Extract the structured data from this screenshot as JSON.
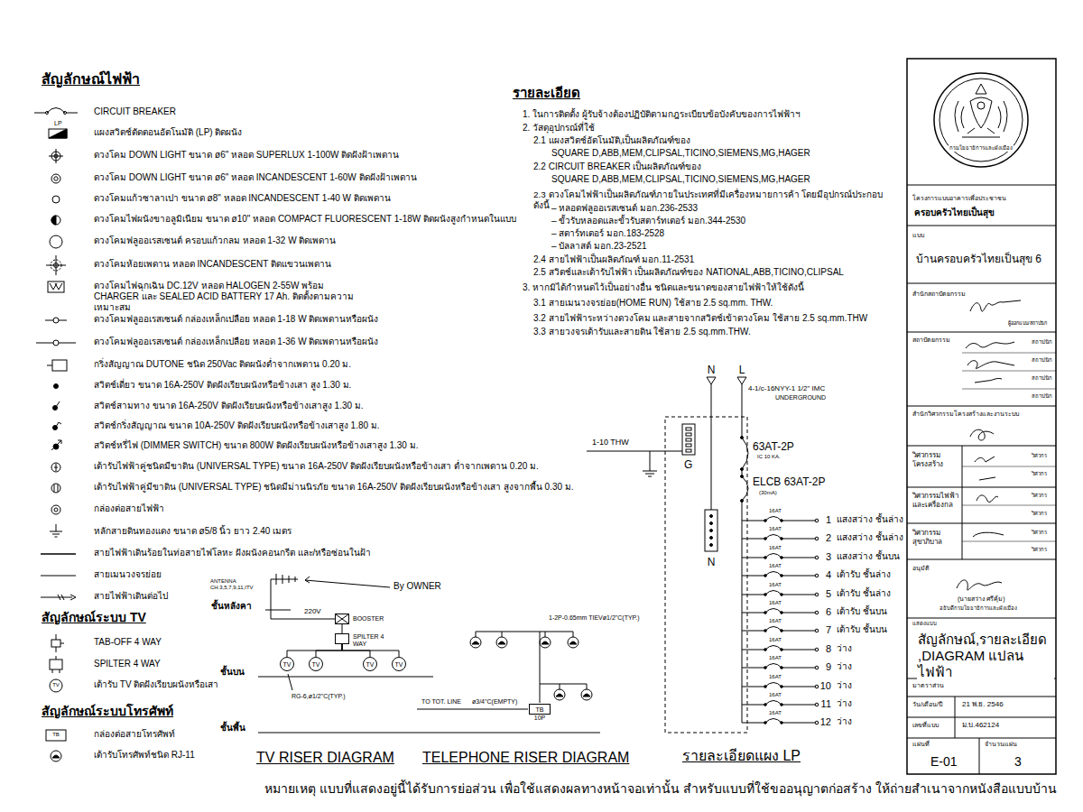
{
  "diagram": {
    "caption": "หมายเหตุ แบบที่แสดงอยู่นี้ได้รับการย่อส่วน เพื่อใช้แสดงผลทางหน้าจอเท่านั้น สำหรับแบบที่ใช้ขออนุญาตก่อสร้าง ให้ถ่ายสำเนาจากหนังสือแบบบ้าน",
    "nodes": [
      {
        "text": [
          "BOOSTER"
        ]
      },
      {
        "text": [
          "SPILTER 4 WAY"
        ]
      },
      {
        "text": [
          "TV"
        ]
      },
      {
        "text": [
          "TV"
        ]
      },
      {
        "text": [
          "TV"
        ]
      },
      {
        "text": [
          "TV"
        ]
      },
      {
        "text": [
          "TB",
          "10P"
        ]
      }
    ],
    "edges": [
      {
        "from": 0,
        "to": 1,
        "arrow": "none"
      },
      {
        "from": 1,
        "to": 2,
        "arrow": "none"
      },
      {
        "from": 1,
        "to": 3,
        "arrow": "none"
      },
      {
        "from": 1,
        "to": 4,
        "arrow": "none"
      },
      {
        "from": 1,
        "to": 5,
        "arrow": "none"
      }
    ],
    "labels": [
      "สัญลักษณ์ไฟฟ้า",
      "LP",
      "สัญลักษณ์ระบบ TV",
      "TV",
      "สัญลักษณ์ระบบโทรศัพท์",
      "TB",
      "รายละเอียด",
      "1. ในการติดตั้ง ผู้รับจ้างต้องปฏิบัติตามกฎระเบียบข้อบังคับของการไฟฟ้าฯ",
      "2. วัสดุอุปกรณ์ที่ใช้",
      "2.1 แผงสวิตช์อัตโนมัติ,เป็นผลิตภัณฑ์ของ",
      "SQUARE D,ABB,MEM,CLIPSAL,TICINO,SIEMENS,MG,HAGER",
      "2.2 CIRCUIT BREAKER เป็นผลิตภัณฑ์ของ",
      "SQUARE D,ABB,MEM,CLIPSAL,TICINO,SIEMENS,MG,HAGER",
      "2.3 ดวงโคมไฟฟ้าเป็นผลิตภัณฑ์ภายในประเทศที่มีเครื่องหมายการค้า โดยมีอุปกรณ์ประกอบดังนี้",
      "– หลอดฟลูออเรสเซนต์ มอก.236-2533",
      "– ขั้วรับหลอดและขั้วรับสตาร์ทเตอร์ มอก.344-2530",
      "– สตาร์ทเตอร์ มอก.183-2528",
      "– บัลลาสต์ มอก.23-2521",
      "2.4 สายไฟฟ้าเป็นผลิตภัณฑ์ มอก.11-2531",
      "2.5 สวิตช์และเต้ารับไฟฟ้า เป็นผลิตภัณฑ์ของ NATIONAL,ABB,TICINO,CLIPSAL",
      "3. หากมิได้กำหนดไว้เป็นอย่างอื่น ชนิดและขนาดของสายไฟฟ้าให้ใช้ดังนี้",
      "3.1 สายเมนวงจรย่อย(HOME RUN) ใช้สาย 2.5 sq.mm. THW.",
      "3.2 สายไฟฟ้าระหว่างดวงโคม และสายจากสวิตช์เข้าดวงโคม ใช้สาย 2.5 sq.mm.THW",
      "3.3 สายวงจรเต้ารับและสายดิน ใช้สาย 2.5 sq.mm.THW.",
      "N",
      "L",
      "4-1/c-16NYY-1 1/2\" IMC",
      "UNDERGROUND",
      "1-10 THW",
      "G",
      "63AT-2P",
      "IC 10 KA.",
      "ELCB 63AT-2P",
      "(30mA)",
      "N",
      "16AT",
      "1",
      "แสงสว่าง ชั้นล่าง",
      "16AT",
      "2",
      "แสงสว่าง ชั้นล่าง",
      "16AT",
      "3",
      "แสงสว่าง ชั้นบน",
      "16AT",
      "4",
      "เต้ารับ ชั้นล่าง",
      "16AT",
      "5",
      "เต้ารับ ชั้นล่าง",
      "16AT",
      "6",
      "เต้ารับ ชั้นบน",
      "16AT",
      "7",
      "เต้ารับ ชั้นบน",
      "16AT",
      "8",
      "ว่าง",
      "16AT",
      "9",
      "ว่าง",
      "16AT",
      "10",
      "ว่าง",
      "16AT",
      "11",
      "ว่าง",
      "16AT",
      "12",
      "ว่าง",
      "ANTENNA CH.3,5,7,9,11,ITV",
      "ชั้นหลังคา",
      "220V",
      "By OWNER",
      "ชั้นบน",
      "ชั้นพื้น",
      "RG-6,ø1/2\"C(TYP.)",
      "1-2P-0.65mm TIEVø1/2\"C(TYP.)",
      "TO TOT. LINE",
      "ø3/4\"C(EMPTY)",
      "TV RISER DIAGRAM",
      "TELEPHONE RISER DIAGRAM",
      "รายละเอียดแผง LP",
      "กรมโยธาธิการและผังเมือง",
      "โครงการแบบอาคารเพื่อประชาชน",
      "ครอบครัวไทยเป็นสุข",
      "แบบ",
      "บ้านครอบครัวไทยเป็นสุข 6",
      "สำนักสถาปัตยกรรม",
      "ผู้ออกแบบ/สถาปนิก",
      "สถาปัตยกรรม",
      "สถาปนิก",
      "สถาปนิก",
      "สถาปนิก",
      "สถาปนิก",
      "สำนักวิศวกรรมโครงสร้างและงานระบบ",
      "วิศวกรรม โครงสร้าง",
      "วิศวกร",
      "วิศวกร",
      "วิศวกรรมไฟฟ้า และเครื่องกล",
      "วิศวกร",
      "วิศวกร",
      "วิศวกรรม สุขาภิบาล",
      "วิศวกร",
      "วิศวกร",
      "อนุมัติ",
      "(นายสว่าง ศรีคุ้ม)",
      "อธิบดีกรมโยธาธิการและผังเมือง",
      "แสดงแบบ",
      "สัญลักษณ์,รายละเอียด ,DIAGRAM แปลนไฟฟ้า",
      "มาตราส่วน",
      "วัน/เดือน/ปี",
      "21 พ.ย. 2546",
      "เลขที่แบบ",
      "ม.บ.462124",
      "แผ่นที่",
      "จำนวนแผ่น",
      "E-01",
      "3"
    ],
    "legend": [
      {
        "text": "CIRCUIT BREAKER"
      },
      {
        "text": "แผงสวิตช์ตัดตอนอัตโนมัติ (LP) ติดผนัง"
      },
      {
        "text": "ดวงโคม DOWN LIGHT ขนาด ø6\" หลอด SUPERLUX 1-100W ติดฝังฝ้าเพดาน"
      },
      {
        "text": "ดวงโคม DOWN LIGHT ขนาด ø6\" หลอด INCANDESCENT 1-60W ติดฝังฝ้าเพดาน"
      },
      {
        "text": "ดวงโคมแก้วซาลาเปา ขนาด ø8\" หลอด INCANDESCENT 1-40 W ติดเพดาน"
      },
      {
        "text": "ดวงโคมไฟผนังขาอลูมิเนียม ขนาด ø10\" หลอด COMPACT FLUORESCENT 1-18W ติดผนังสูงกำหนดในแบบ"
      },
      {
        "text": "ดวงโคมฟลูออเรสเซนต์ ครอบแก้วกลม หลอด 1-32 W ติดเพดาน"
      },
      {
        "text": "ดวงโคมห้อยเพดาน หลอด INCANDESCENT ติดแขวนเพดาน"
      },
      {
        "text": "ดวงโคมไฟฉุกเฉิน DC.12V หลอด HALOGEN 2-55W พร้อม CHARGER และ SEALED ACID BATTERY 17 Ah. ติดตั้งตามความเหมาะสม"
      },
      {
        "text": "ดวงโคมฟลูออเรสเซนต์ กล่องเหล็กเปลือย หลอด 1-18 W ติดเพดานหรือผนัง"
      },
      {
        "text": "ดวงโคมฟลูออเรสเซนต์ กล่องเหล็กเปลือย หลอด 1-36 W ติดเพดานหรือผนัง"
      },
      {
        "text": "กริ่งสัญญาณ DUTONE ชนิด 250Vac ติดผนังต่ำจากเพดาน 0.20 ม."
      },
      {
        "text": "สวิตช์เดี่ยว ขนาด 16A-250V ติดฝังเรียบผนังหรือข้างเสา สูง 1.30 ม."
      },
      {
        "text": "สวิตช์สามทาง ขนาด 16A-250V ติดฝังเรียบผนังหรือข้างเสาสูง 1.30 ม."
      },
      {
        "text": "สวิตช์กริ่งสัญญาณ ขนาด 10A-250V ติดฝังเรียบผนังหรือข้างเสาสูง 1.80 ม."
      },
      {
        "text": "สวิตช์หรี่ไฟ (DIMMER SWITCH) ขนาด 800W ติดฝังเรียบผนังหรือข้างเสาสูง 1.30 ม."
      },
      {
        "text": "เต้ารับไฟฟ้าคู่ชนิดมีขาดิน (UNIVERSAL TYPE) ขนาด 16A-250V ติดฝังเรียบผนังหรือข้างเสา ต่ำจากเพดาน 0.20 ม."
      },
      {
        "text": "เต้ารับไฟฟ้าคู่มีขาดิน (UNIVERSAL TYPE) ชนิดมีม่านนิรภัย ขนาด 16A-250V ติดฝังเรียบผนังหรือข้างเสา สูงจากพื้น 0.30 ม."
      },
      {
        "text": "กล่องต่อสายไฟฟ้า"
      },
      {
        "text": "หลักสายดินทองแดง ขนาด ø5/8 นิ้ว ยาว 2.40 เมตร"
      },
      {
        "text": "สายไฟฟ้าเดินร้อยในท่อสายไฟโลหะ ฝังผนังคอนกรีต และ/หรือซ่อนในฝ้า"
      },
      {
        "text": "สายเมนวงจรย่อย"
      },
      {
        "text": "สายไฟฟ้าเดินต่อไป"
      },
      {
        "text": "TAB-OFF 4 WAY"
      },
      {
        "text": "SPILTER 4 WAY"
      },
      {
        "text": "เต้ารับ TV ติดฝังเรียบผนังหรือเสา"
      },
      {
        "text": "กล่องต่อสายโทรศัพท์"
      },
      {
        "text": "เต้ารับโทรศัพท์ชนิด RJ-11"
      }
    ]
  }
}
